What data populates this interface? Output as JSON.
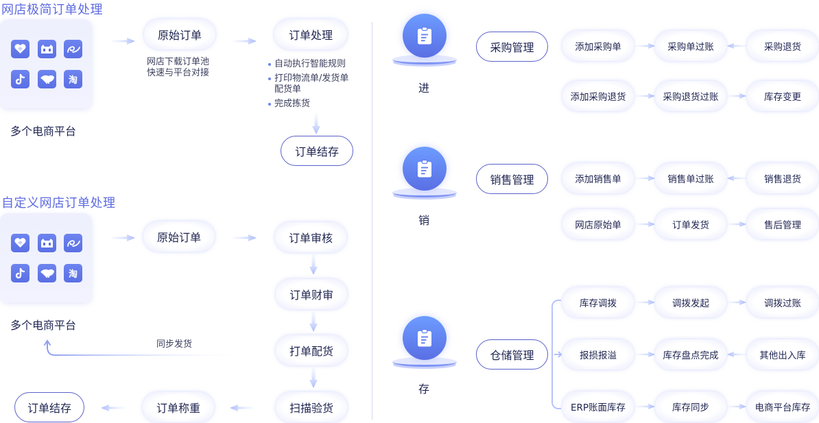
{
  "left_top": {
    "title": "网店极简订单处理",
    "platforms_label": "多个电商平台",
    "platform_icons": [
      "jd-icon",
      "tmall-icon",
      "alibaba-icon",
      "douyin-icon",
      "suning-icon",
      "taobao-icon"
    ],
    "taobao_glyph": "淘",
    "raw_order": "原始订单",
    "raw_order_desc": [
      "网店下载订单池",
      "快速与平台对接"
    ],
    "process": "订单处理",
    "process_steps": [
      "自动执行智能规则",
      "打印物流单/发货单",
      "配货单",
      "完成拣货"
    ],
    "archive": "订单结存"
  },
  "left_bottom": {
    "title": "自定义网店订单处理",
    "platforms_label": "多个电商平台",
    "raw_order": "原始订单",
    "review": "订单审核",
    "finance": "订单财审",
    "pick": "打单配货",
    "scan": "扫描验货",
    "weigh": "订单称重",
    "archive": "订单结存",
    "sync_label": "同步发货"
  },
  "right": {
    "purchase": {
      "phase": "进",
      "manager": "采购管理",
      "row1": [
        "添加采购单",
        "采购单过账",
        "采购退货"
      ],
      "row2": [
        "添加采购退货",
        "采购退货过账",
        "库存变更"
      ]
    },
    "sales": {
      "phase": "销",
      "manager": "销售管理",
      "row1": [
        "添加销售单",
        "销售单过账",
        "销售退货"
      ],
      "row2": [
        "网店原始单",
        "订单发货",
        "售后管理"
      ]
    },
    "storage": {
      "phase": "存",
      "manager": "仓储管理",
      "row1": [
        "库存调拨",
        "调拨发起",
        "调拨过账"
      ],
      "row2": [
        "报损报溢",
        "库存盘点完成",
        "其他出入库"
      ],
      "row3": [
        "ERP账面库存",
        "库存同步",
        "电商平台库存"
      ]
    }
  },
  "colors": {
    "accent": "#5d6be0",
    "tile": "#5a6fe4",
    "text": "#1e2450",
    "arrow": "#b9c7fb"
  }
}
